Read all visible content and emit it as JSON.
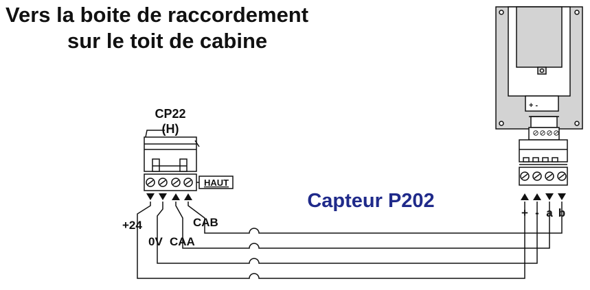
{
  "title": {
    "line1": "Vers la boite de raccordement",
    "line2": "sur le toit de cabine"
  },
  "connector": {
    "name": "CP22",
    "sub": "(H)",
    "tag": "HAUT",
    "pins": [
      "+24",
      "0V",
      "CAA",
      "CAB"
    ]
  },
  "sensor": {
    "name": "Capteur P202",
    "top_marks": "+ -",
    "pins": [
      "+",
      "-",
      "a",
      "b"
    ]
  },
  "colors": {
    "ink": "#111111",
    "sensor_label": "#1f2a8a",
    "sensor_body": "#d3d3d3",
    "connector_body": "#ffffff"
  }
}
